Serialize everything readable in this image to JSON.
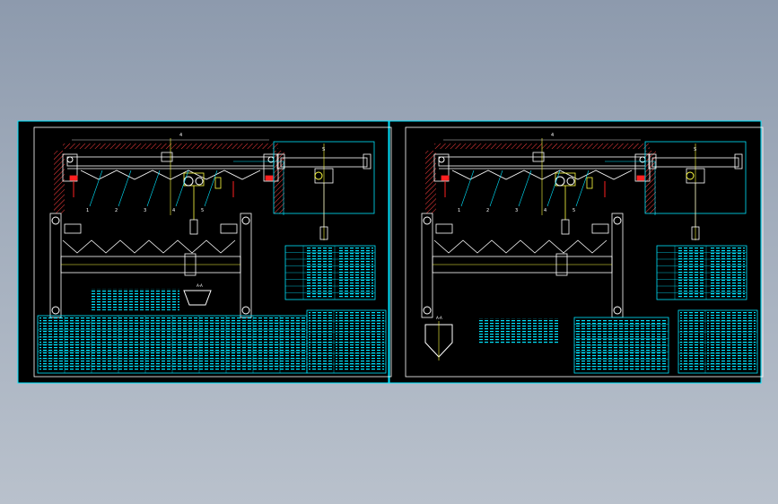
{
  "viewer": {
    "background": "#97a3b5",
    "sheet_bg": "#000000",
    "line_cyan": "#00e5ff",
    "line_white": "#ffffff",
    "line_yellow": "#ffff40",
    "line_red": "#ff2020",
    "hatch_red": "#ff4040"
  },
  "sheets": [
    {
      "id": "sheet-1",
      "labels": {
        "top_mark": "4",
        "span_mark": "S",
        "section_mark": "A-A",
        "callouts": [
          "1",
          "2",
          "3",
          "4",
          "5"
        ]
      }
    },
    {
      "id": "sheet-2",
      "labels": {
        "top_mark": "4",
        "span_mark": "S",
        "section_mark": "A-A",
        "callouts": [
          "1",
          "2",
          "3",
          "4",
          "5"
        ]
      }
    }
  ]
}
